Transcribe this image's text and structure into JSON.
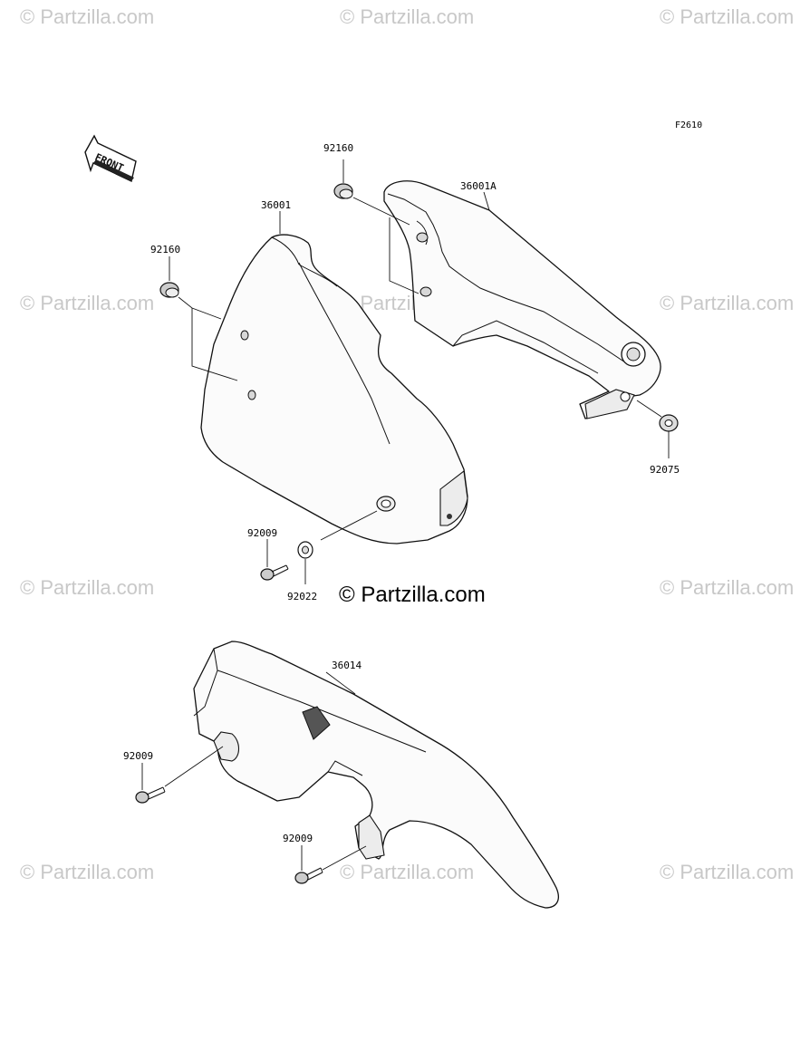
{
  "figure_id": "F2610",
  "front_label": "FRONT",
  "watermark": "© Partzilla.com",
  "center_watermark": "© Partzilla.com",
  "parts": [
    {
      "id": "p1",
      "number": "92160"
    },
    {
      "id": "p2",
      "number": "36001A"
    },
    {
      "id": "p3",
      "number": "36001"
    },
    {
      "id": "p4",
      "number": "92160"
    },
    {
      "id": "p5",
      "number": "92075"
    },
    {
      "id": "p6",
      "number": "92009"
    },
    {
      "id": "p7",
      "number": "92022"
    },
    {
      "id": "p8",
      "number": "36014"
    },
    {
      "id": "p9",
      "number": "92009"
    },
    {
      "id": "p10",
      "number": "92009"
    }
  ]
}
